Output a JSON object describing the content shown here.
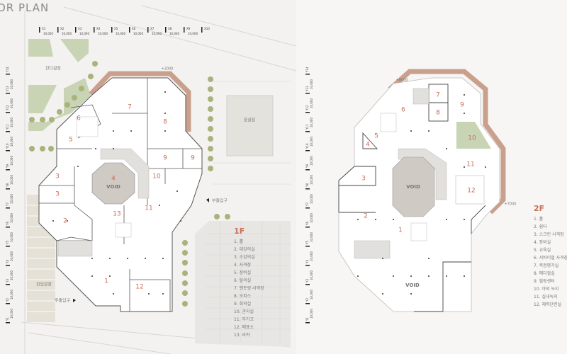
{
  "title": "OR PLAN",
  "x_axis": {
    "labels": [
      "X1",
      "X2",
      "X3",
      "X4",
      "X5",
      "X6",
      "X7",
      "X8",
      "X9",
      "X10"
    ],
    "span": "10,000"
  },
  "y_axis": {
    "labels": [
      "Y14",
      "Y13",
      "Y12",
      "Y11",
      "Y10",
      "Y9",
      "Y8",
      "Y7",
      "Y6",
      "Y5",
      "Y4",
      "Y3",
      "Y2",
      "Y1"
    ],
    "span": "10,000"
  },
  "floor1": {
    "site_labels": {
      "lawn": "잔디광장",
      "futsal": "풋살장",
      "side_entrance": "부출입구",
      "plaza": "진입광장",
      "main_entrance": "주출입구",
      "level": "+2000"
    },
    "rooms": [
      "1",
      "2",
      "3",
      "3",
      "4",
      "5",
      "6",
      "7",
      "8",
      "9",
      "9",
      "10",
      "11",
      "12",
      "13"
    ],
    "void_label": "VOID",
    "legend": {
      "title": "1F",
      "items": [
        "1. 홀",
        "2. 대강의실",
        "3. 소강의실",
        "4. 사격장",
        "5. 장비실",
        "6. 탈의실",
        "7. 멘토링 사격장",
        "8. 오피스",
        "9. 회의실",
        "10. 관리실",
        "11. 무기고",
        "12. 매표소",
        "13. 라커"
      ]
    }
  },
  "floor2": {
    "levels": {
      "top": "+8000",
      "right": "+7000"
    },
    "rooms": [
      "1",
      "2",
      "3",
      "4",
      "5",
      "6",
      "7",
      "8",
      "9",
      "10",
      "11",
      "12"
    ],
    "void_label": "VOID",
    "legend": {
      "title": "2F",
      "items": [
        "1. 홀",
        "2. 쉼터",
        "3. 스크린 사격장",
        "4. 장비실",
        "5. 교육실",
        "6. 서바이벌 사격장",
        "7. 측정평가실",
        "8. 메디컬실",
        "9. 힐링센터",
        "10. 야외 녹지",
        "11. 실내녹지",
        "12. 체력단련실"
      ]
    }
  },
  "colors": {
    "accent": "#c8705a",
    "terracotta": "#c9a08c",
    "green": "#c9d4b5",
    "void": "#cfcac4",
    "tree": "#a9b37c"
  }
}
